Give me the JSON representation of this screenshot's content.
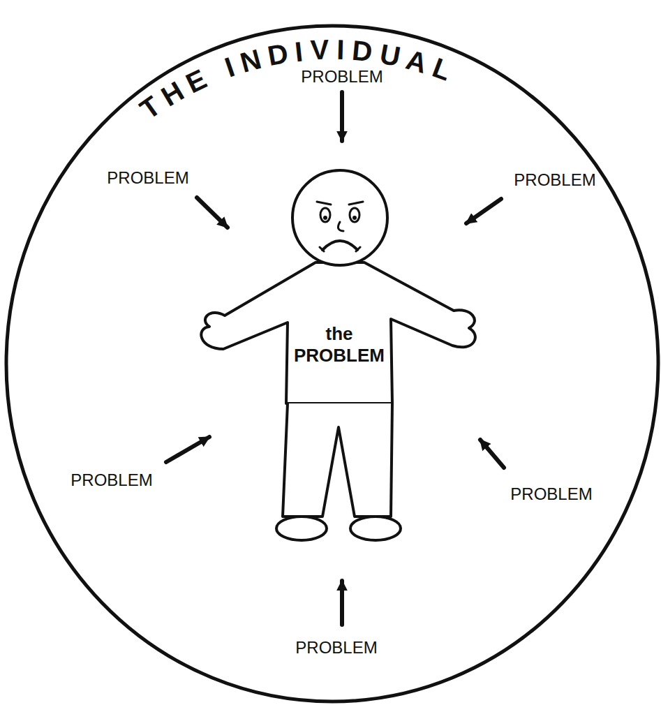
{
  "diagram": {
    "nodes": [
      {
        "text": [
          "THE INDIVIDUAL"
        ]
      },
      {
        "text": [
          "the PROBLEM"
        ],
        "in": 0
      }
    ],
    "labels": [
      "PROBLEM",
      "PROBLEM",
      "PROBLEM",
      "PROBLEM",
      "PROBLEM",
      "PROBLEM"
    ]
  }
}
